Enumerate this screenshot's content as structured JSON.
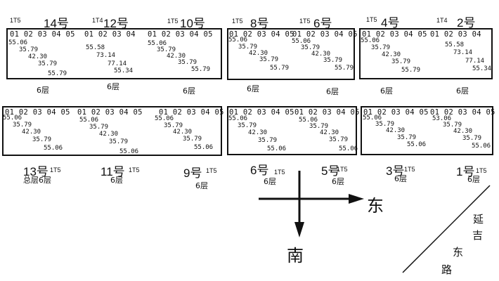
{
  "buildings": {
    "b14": {
      "tag": "1T5",
      "num": "14号",
      "floors": "6层"
    },
    "b12": {
      "tag": "1T4",
      "num": "12号",
      "floors": "6层"
    },
    "b10": {
      "tag": "1T5",
      "num": "10号",
      "floors": "6层"
    },
    "b8": {
      "tag": "1T5",
      "num": "8号",
      "floors": "6层"
    },
    "b6": {
      "tag": "1T5",
      "num": "6号",
      "floors": "6层"
    },
    "b4": {
      "tag": "1T5",
      "num": "4号",
      "floors": "6层"
    },
    "b2": {
      "tag": "1T4",
      "num": "2号",
      "floors": "6层"
    },
    "b13": {
      "tag": "1T5",
      "num": "13号",
      "floors": "总层6层"
    },
    "b11": {
      "tag": "1T5",
      "num": "11号",
      "floors": "6层"
    },
    "b9": {
      "tag": "1T5",
      "num": "9号",
      "floors": "6层"
    },
    "b6s": {
      "tag": "1T5",
      "num": "6号",
      "floors": "6层"
    },
    "b5": {
      "tag": "1T5",
      "num": "5号",
      "floors": "6层"
    },
    "b3": {
      "tag": "1T5",
      "num": "3号",
      "floors": "6层"
    },
    "b1": {
      "tag": "1T5",
      "num": "1号",
      "floors": "6层"
    }
  },
  "units": {
    "five": "01 02 03 04 05",
    "four": "01 02 03 04"
  },
  "areas": {
    "a5": [
      "55.06",
      "35.79",
      "42.30",
      "35.79",
      "55.79"
    ],
    "a4": [
      "55.58",
      "73.14",
      "77.14",
      "55.34"
    ],
    "b5": [
      "55.06",
      "35.79",
      "42.30",
      "35.79",
      "55.06"
    ],
    "c5": [
      "53.06",
      "35.79",
      "42.30",
      "35.79",
      "55.06"
    ]
  },
  "compass": {
    "east": "东",
    "south": "南"
  },
  "road": [
    "延",
    "吉",
    "东",
    "路"
  ]
}
